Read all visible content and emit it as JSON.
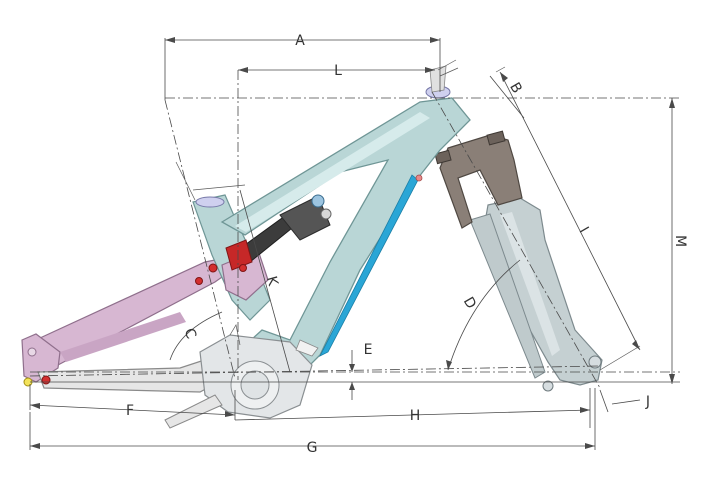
{
  "labels": {
    "A": "A",
    "B": "B",
    "C": "C",
    "D": "D",
    "E": "E",
    "F": "F",
    "G": "G",
    "H": "H",
    "I": "I",
    "J": "J",
    "K": "K",
    "L": "L",
    "M": "M"
  },
  "colors": {
    "frame": "#b9d6d6",
    "frame_edge": "#6f9696",
    "accent_stripe": "#2aa6d6",
    "swingarm": "#d7b7d2",
    "swingarm_edge": "#8f6f8c",
    "fork_upper": "#8a7f77",
    "fork_lower": "#c5d0d2",
    "shock": "#555555",
    "pivot": "#d32f2f",
    "motor": "#e3e6e8"
  }
}
